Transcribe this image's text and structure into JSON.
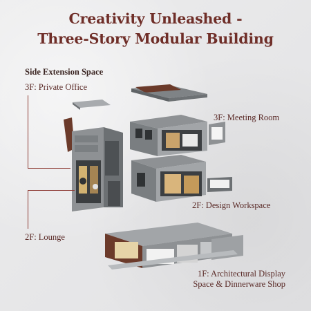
{
  "title": {
    "line1": "Creativity Unleashed -",
    "line2": "Three-Story Modular Building"
  },
  "labels": {
    "side_extension": "Side Extension Space",
    "f3_private_office": "3F: Private Office",
    "f3_meeting_room": "3F: Meeting Room",
    "f2_design_workspace": "2F: Design Workspace",
    "f2_lounge": "2F: Lounge",
    "f1_line1": "1F: Architectural Display",
    "f1_line2": "Space & Dinnerware Shop"
  },
  "colors": {
    "title": "#6f2e28",
    "leader": "#8d3a33",
    "wall": "#8e9194",
    "wall_dark": "#5f6366",
    "roof_brown": "#6b3a2a",
    "floor_wood": "#c9a36b"
  }
}
